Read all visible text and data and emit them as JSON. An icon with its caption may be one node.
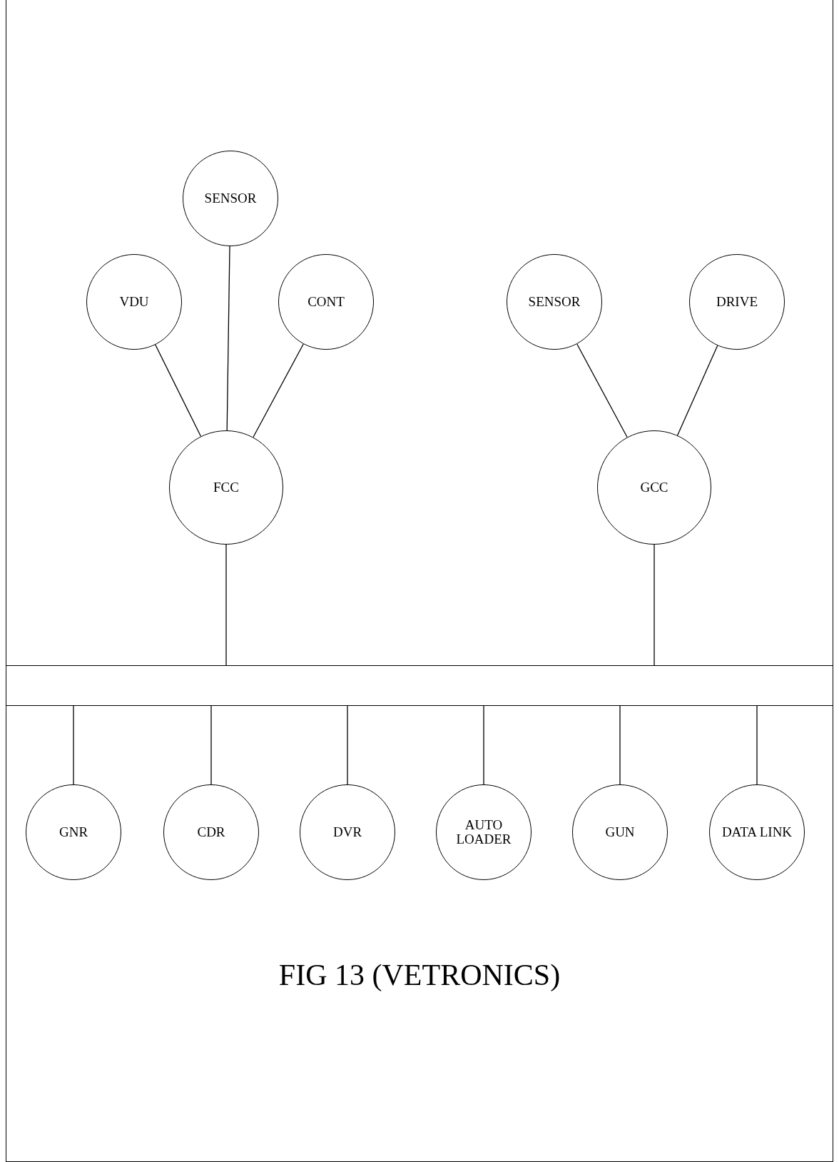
{
  "diagram": {
    "title": "FIG 13 (VETRONICS)",
    "nodes": [
      {
        "text": [
          "SENSOR"
        ]
      },
      {
        "text": [
          "VDU"
        ]
      },
      {
        "text": [
          "CONT"
        ]
      },
      {
        "text": [
          "SENSOR"
        ]
      },
      {
        "text": [
          "DRIVE"
        ]
      },
      {
        "text": [
          "FCC"
        ]
      },
      {
        "text": [
          "GCC"
        ]
      },
      {
        "text": [],
        "shape": "bar"
      },
      {
        "text": [
          "GNR"
        ]
      },
      {
        "text": [
          "CDR"
        ]
      },
      {
        "text": [
          "DVR"
        ]
      },
      {
        "text": [
          "AUTO LOADER"
        ]
      },
      {
        "text": [
          "GUN"
        ]
      },
      {
        "text": [
          "DATA LINK"
        ]
      }
    ],
    "edges": [
      {
        "from": 1,
        "to": 5,
        "arrow": "none"
      },
      {
        "from": 0,
        "to": 5,
        "arrow": "none"
      },
      {
        "from": 2,
        "to": 5,
        "arrow": "none"
      },
      {
        "from": 3,
        "to": 6,
        "arrow": "none"
      },
      {
        "from": 4,
        "to": 6,
        "arrow": "none"
      },
      {
        "from": 5,
        "to": 7,
        "arrow": "none"
      },
      {
        "from": 6,
        "to": 7,
        "arrow": "none"
      },
      {
        "from": 7,
        "to": 8,
        "arrow": "none"
      },
      {
        "from": 7,
        "to": 9,
        "arrow": "none"
      },
      {
        "from": 7,
        "to": 10,
        "arrow": "none"
      },
      {
        "from": 7,
        "to": 11,
        "arrow": "none"
      },
      {
        "from": 7,
        "to": 12,
        "arrow": "none"
      },
      {
        "from": 7,
        "to": 13,
        "arrow": "none"
      }
    ]
  }
}
